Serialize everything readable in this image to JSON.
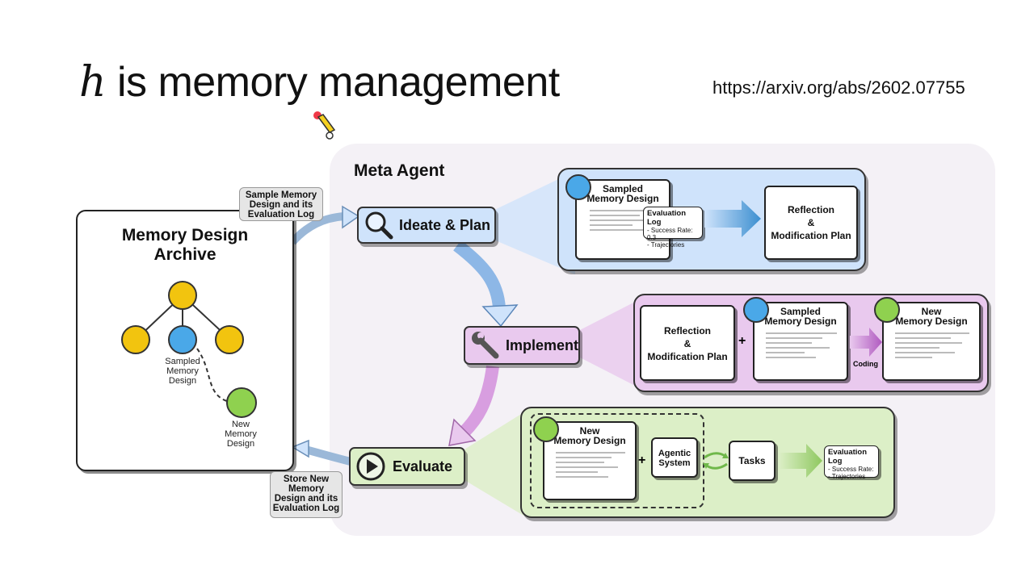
{
  "slide": {
    "title_var": "h",
    "title_rest": " is memory management",
    "url": "https://arxiv.org/abs/2602.07755"
  },
  "diagram": {
    "meta_agent": "Meta Agent",
    "archive": {
      "title_line1": "Memory Design",
      "title_line2": "Archive",
      "sampled_label": [
        "Sampled",
        "Memory",
        "Design"
      ],
      "new_label": [
        "New",
        "Memory",
        "Design"
      ]
    },
    "notes": {
      "sample": [
        "Sample Memory",
        "Design and its",
        "Evaluation Log"
      ],
      "store": [
        "Store New",
        "Memory",
        "Design and its",
        "Evaluation Log"
      ]
    },
    "stages": {
      "ideate": "Ideate & Plan",
      "implement": "Implement",
      "evaluate": "Evaluate"
    },
    "ideate_panel": {
      "sampled": [
        "Sampled",
        "Memory Design"
      ],
      "log_title": "Evaluation Log",
      "log_items": [
        "- Success Rate: 0.3",
        "- Trajectories"
      ],
      "reflection": [
        "Reflection",
        "&",
        "Modification Plan"
      ]
    },
    "implement_panel": {
      "reflection": [
        "Reflection",
        "&",
        "Modification Plan"
      ],
      "plus": "+",
      "sampled": [
        "Sampled",
        "Memory Design"
      ],
      "coding": "Coding",
      "new": [
        "New",
        "Memory Design"
      ]
    },
    "evaluate_panel": {
      "new": [
        "New",
        "Memory Design"
      ],
      "plus": "+",
      "agentic": [
        "Agentic",
        "System"
      ],
      "tasks": "Tasks",
      "log_title": "Evaluation Log",
      "log_items": [
        "- Success Rate:",
        "- Trajectories"
      ]
    }
  },
  "colors": {
    "blue_panel": "#cfe3fb",
    "purple_panel": "#e9c9ee",
    "green_panel": "#dcefc7",
    "node_yellow": "#f2c40f",
    "node_blue": "#4aa8e8",
    "node_green": "#8fd14f"
  }
}
